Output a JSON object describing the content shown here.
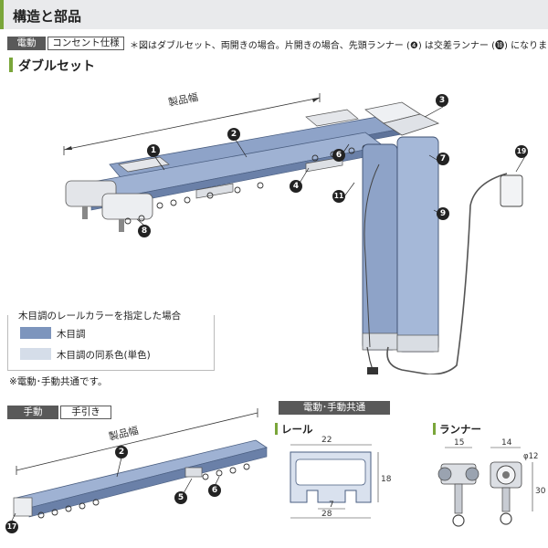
{
  "header": {
    "title": "構造と部品"
  },
  "double_section": {
    "tag_electric": "電動",
    "tag_outlet": "コンセント仕様",
    "note": "＊図はダブルセット、両開きの場合。片開きの場合、先頭ランナー (❹) は交差ランナー (⓲) になります。",
    "title": "ダブルセット",
    "width_label": "製品幅",
    "callouts": [
      "1",
      "2",
      "3",
      "4",
      "6",
      "7",
      "8",
      "9",
      "11",
      "19"
    ]
  },
  "legend": {
    "title": "木目調のレールカラーを指定した場合",
    "items": [
      {
        "label": "木目調",
        "color": "#7d95bd"
      },
      {
        "label": "木目調の同系色(単色)",
        "color": "#d5dde9"
      }
    ]
  },
  "common_note": "※電動･手動共通です。",
  "manual_section": {
    "tag_manual": "手動",
    "tag_hand": "手引き",
    "width_label": "製品幅",
    "callouts": [
      "2",
      "5",
      "6",
      "17"
    ]
  },
  "common_tag": "電動･手動共通",
  "rail": {
    "title": "レール",
    "dims": {
      "top": "22",
      "height": "18",
      "inner": "7",
      "bottom": "28"
    }
  },
  "runner": {
    "title": "ランナー",
    "dims": {
      "width_a": "15",
      "width_b": "14",
      "diameter": "φ12",
      "height": "30"
    }
  }
}
